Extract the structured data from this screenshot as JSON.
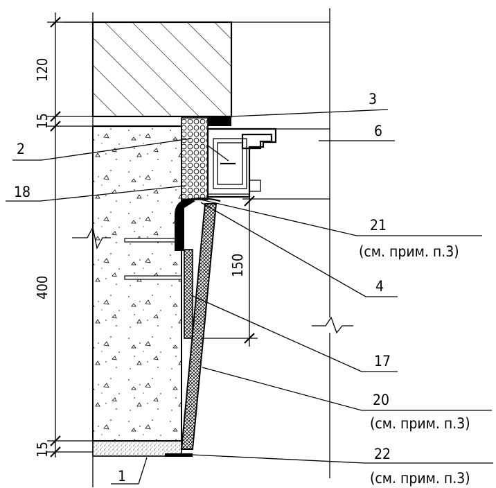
{
  "dimensions": {
    "d120": "120",
    "d15_top": "15",
    "d400": "400",
    "d15_bottom": "15",
    "d150": "150"
  },
  "callouts": {
    "c1": "1",
    "c2": "2",
    "c3": "3",
    "c4": "4",
    "c6": "6",
    "c17": "17",
    "c18": "18",
    "c20": "20",
    "c21": "21",
    "c22": "22"
  },
  "notes": {
    "n21": "(см. прим. п.3)",
    "n20": "(см. прим. п.3)",
    "n22": "(см. прим. п.3)"
  }
}
